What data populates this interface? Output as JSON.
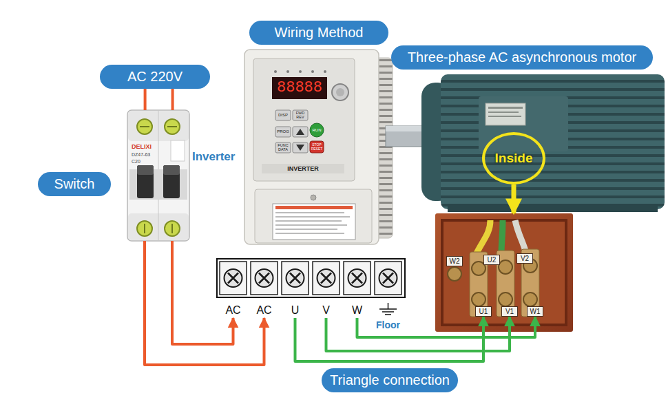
{
  "diagram": {
    "nodes": [
      {
        "text": [
          "Wiring Method"
        ]
      },
      {
        "text": [
          "Three-phase AC asynchronous motor"
        ]
      },
      {
        "text": [
          "AC 220V"
        ]
      },
      {
        "text": [
          "DELIXI",
          "DZ47-63",
          "C20"
        ]
      },
      {
        "text": [
          "Switch"
        ]
      },
      {
        "text": [
          "Inverter",
          "INVERTER"
        ]
      },
      {
        "text": [
          "Inside"
        ]
      },
      {
        "text": []
      },
      {
        "text": [
          "W2"
        ],
        "in": 7
      },
      {
        "text": [
          "U2"
        ],
        "in": 7
      },
      {
        "text": [
          "V2"
        ],
        "in": 7
      },
      {
        "text": [
          "U1"
        ],
        "in": 7
      },
      {
        "text": [
          "V1"
        ],
        "in": 7
      },
      {
        "text": [
          "W1"
        ],
        "in": 7
      },
      {
        "text": [
          "AC"
        ]
      },
      {
        "text": [
          "AC"
        ]
      },
      {
        "text": [
          "U"
        ]
      },
      {
        "text": [
          "V"
        ]
      },
      {
        "text": [
          "W"
        ]
      },
      {
        "text": [
          "Floor"
        ]
      },
      {
        "text": [
          "Triangle connection"
        ]
      }
    ],
    "edges": [
      {
        "from": 2,
        "to": 3,
        "arrow": "none"
      },
      {
        "from": 2,
        "to": 3,
        "arrow": "none"
      },
      {
        "from": 3,
        "to": 15,
        "arrow": "to"
      },
      {
        "from": 3,
        "to": 14,
        "arrow": "to"
      },
      {
        "from": 16,
        "to": 11,
        "arrow": "to"
      },
      {
        "from": 17,
        "to": 12,
        "arrow": "to"
      },
      {
        "from": 18,
        "to": 13,
        "arrow": "to"
      },
      {
        "from": 6,
        "to": 7,
        "arrow": "to"
      }
    ],
    "labels": [
      "88888",
      "DISP",
      "FWD REV",
      "PROG",
      "RUN",
      "FUNC DATA",
      "STOP RESET"
    ]
  }
}
